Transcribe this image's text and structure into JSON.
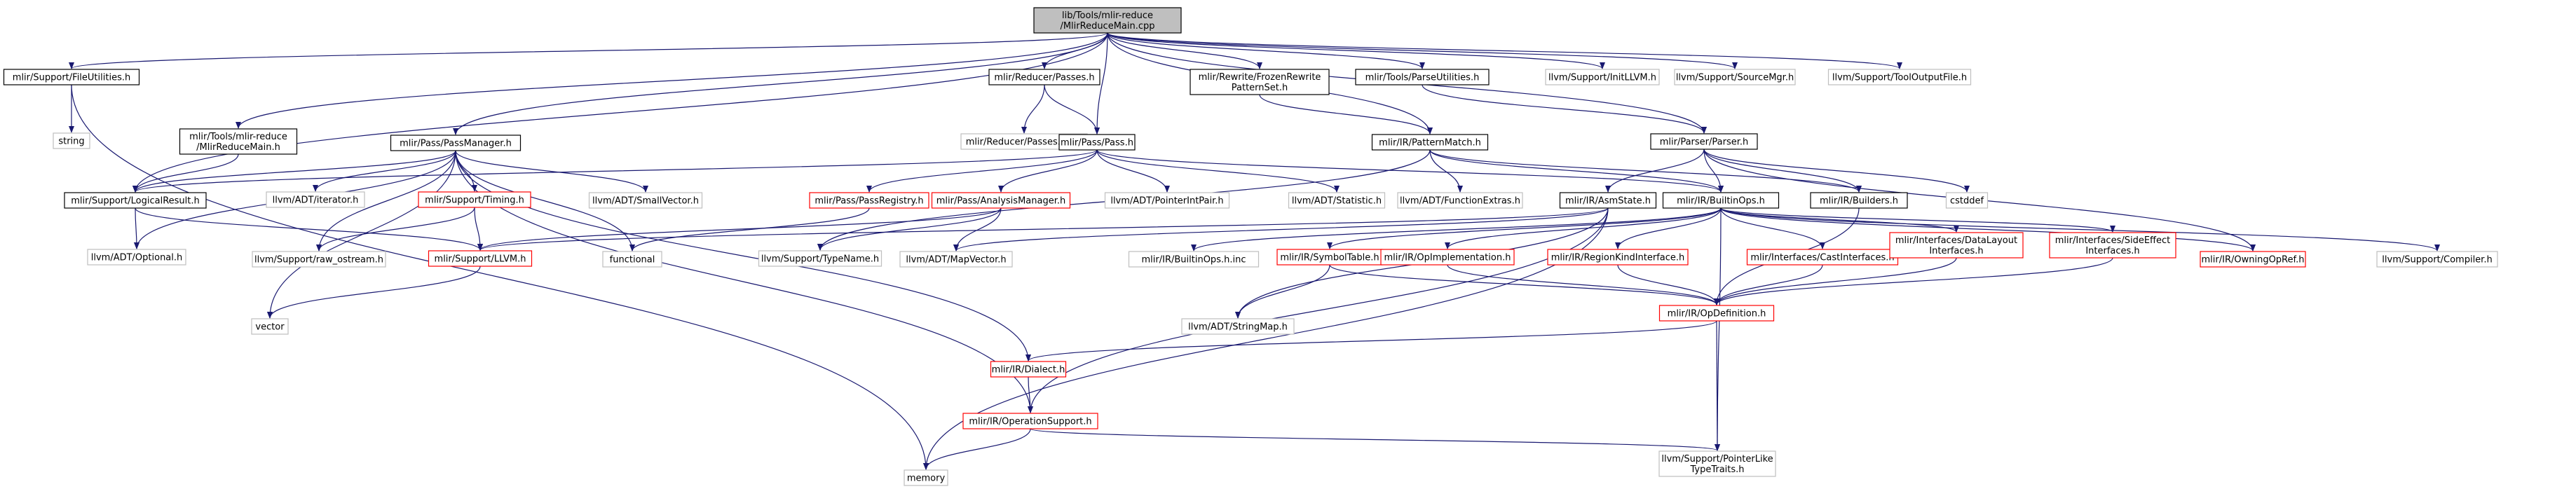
{
  "colors": {
    "edge": "#191970",
    "root_fill": "#bfbfbf",
    "border_black": "#000000",
    "border_red": "#ff0000",
    "border_gray": "#bfbfbf",
    "text": "#000000"
  },
  "nodes": [
    {
      "id": "root",
      "lines": [
        "lib/Tools/mlir-reduce",
        "/MlirReduceMain.cpp"
      ],
      "style": "root"
    },
    {
      "id": "fileutil",
      "lines": [
        "mlir/Support/FileUtilities.h"
      ],
      "style": "black"
    },
    {
      "id": "mlirreducemain_h",
      "lines": [
        "mlir/Tools/mlir-reduce",
        "/MlirReduceMain.h"
      ],
      "style": "black"
    },
    {
      "id": "passmanager",
      "lines": [
        "mlir/Pass/PassManager.h"
      ],
      "style": "black"
    },
    {
      "id": "reducerpasses",
      "lines": [
        "mlir/Reducer/Passes.h"
      ],
      "style": "black"
    },
    {
      "id": "frozenrewrite",
      "lines": [
        "mlir/Rewrite/FrozenRewrite",
        "PatternSet.h"
      ],
      "style": "black"
    },
    {
      "id": "parseutil",
      "lines": [
        "mlir/Tools/ParseUtilities.h"
      ],
      "style": "black"
    },
    {
      "id": "initllvm",
      "lines": [
        "llvm/Support/InitLLVM.h"
      ],
      "style": "gray"
    },
    {
      "id": "sourcemgr",
      "lines": [
        "llvm/Support/SourceMgr.h"
      ],
      "style": "gray"
    },
    {
      "id": "tooloutput",
      "lines": [
        "llvm/Support/ToolOutputFile.h"
      ],
      "style": "gray"
    },
    {
      "id": "string",
      "lines": [
        "string"
      ],
      "style": "gray"
    },
    {
      "id": "reducerpassesinc",
      "lines": [
        "mlir/Reducer/Passes.h.inc"
      ],
      "style": "gray"
    },
    {
      "id": "pass",
      "lines": [
        "mlir/Pass/Pass.h"
      ],
      "style": "black"
    },
    {
      "id": "patternmatch",
      "lines": [
        "mlir/IR/PatternMatch.h"
      ],
      "style": "black"
    },
    {
      "id": "parser",
      "lines": [
        "mlir/Parser/Parser.h"
      ],
      "style": "black"
    },
    {
      "id": "logicalresult",
      "lines": [
        "mlir/Support/LogicalResult.h"
      ],
      "style": "black"
    },
    {
      "id": "iterator",
      "lines": [
        "llvm/ADT/iterator.h"
      ],
      "style": "gray"
    },
    {
      "id": "timing",
      "lines": [
        "mlir/Support/Timing.h"
      ],
      "style": "red"
    },
    {
      "id": "smallvector",
      "lines": [
        "llvm/ADT/SmallVector.h"
      ],
      "style": "gray"
    },
    {
      "id": "passregistry",
      "lines": [
        "mlir/Pass/PassRegistry.h"
      ],
      "style": "red"
    },
    {
      "id": "analysismanager",
      "lines": [
        "mlir/Pass/AnalysisManager.h"
      ],
      "style": "red"
    },
    {
      "id": "pointerintpair",
      "lines": [
        "llvm/ADT/PointerIntPair.h"
      ],
      "style": "gray"
    },
    {
      "id": "statistic",
      "lines": [
        "llvm/ADT/Statistic.h"
      ],
      "style": "gray"
    },
    {
      "id": "functionextras",
      "lines": [
        "llvm/ADT/FunctionExtras.h"
      ],
      "style": "gray"
    },
    {
      "id": "asmstate",
      "lines": [
        "mlir/IR/AsmState.h"
      ],
      "style": "black"
    },
    {
      "id": "builtinops",
      "lines": [
        "mlir/IR/BuiltinOps.h"
      ],
      "style": "black"
    },
    {
      "id": "builders",
      "lines": [
        "mlir/IR/Builders.h"
      ],
      "style": "black"
    },
    {
      "id": "cstddef",
      "lines": [
        "cstddef"
      ],
      "style": "gray"
    },
    {
      "id": "optional",
      "lines": [
        "llvm/ADT/Optional.h"
      ],
      "style": "gray"
    },
    {
      "id": "rawostream",
      "lines": [
        "llvm/Support/raw_ostream.h"
      ],
      "style": "gray"
    },
    {
      "id": "supportllvm",
      "lines": [
        "mlir/Support/LLVM.h"
      ],
      "style": "red"
    },
    {
      "id": "functional",
      "lines": [
        "functional"
      ],
      "style": "gray"
    },
    {
      "id": "typename",
      "lines": [
        "llvm/Support/TypeName.h"
      ],
      "style": "gray"
    },
    {
      "id": "mapvector",
      "lines": [
        "llvm/ADT/MapVector.h"
      ],
      "style": "gray"
    },
    {
      "id": "builtinopsinc",
      "lines": [
        "mlir/IR/BuiltinOps.h.inc"
      ],
      "style": "gray"
    },
    {
      "id": "symboltable",
      "lines": [
        "mlir/IR/SymbolTable.h"
      ],
      "style": "red"
    },
    {
      "id": "opimpl",
      "lines": [
        "mlir/IR/OpImplementation.h"
      ],
      "style": "red"
    },
    {
      "id": "regionkind",
      "lines": [
        "mlir/IR/RegionKindInterface.h"
      ],
      "style": "red"
    },
    {
      "id": "castinterfaces",
      "lines": [
        "mlir/Interfaces/CastInterfaces.h"
      ],
      "style": "red"
    },
    {
      "id": "datalayout",
      "lines": [
        "mlir/Interfaces/DataLayout",
        "Interfaces.h"
      ],
      "style": "red"
    },
    {
      "id": "sideeffect",
      "lines": [
        "mlir/Interfaces/SideEffect",
        "Interfaces.h"
      ],
      "style": "red"
    },
    {
      "id": "owningopref",
      "lines": [
        "mlir/IR/OwningOpRef.h"
      ],
      "style": "red"
    },
    {
      "id": "compiler",
      "lines": [
        "llvm/Support/Compiler.h"
      ],
      "style": "gray"
    },
    {
      "id": "vector",
      "lines": [
        "vector"
      ],
      "style": "gray"
    },
    {
      "id": "stringmap",
      "lines": [
        "llvm/ADT/StringMap.h"
      ],
      "style": "gray"
    },
    {
      "id": "opdefinition",
      "lines": [
        "mlir/IR/OpDefinition.h"
      ],
      "style": "red"
    },
    {
      "id": "dialect",
      "lines": [
        "mlir/IR/Dialect.h"
      ],
      "style": "red"
    },
    {
      "id": "opsupport",
      "lines": [
        "mlir/IR/OperationSupport.h"
      ],
      "style": "red"
    },
    {
      "id": "memory",
      "lines": [
        "memory"
      ],
      "style": "gray"
    },
    {
      "id": "pointerlike",
      "lines": [
        "llvm/Support/PointerLike",
        "TypeTraits.h"
      ],
      "style": "gray"
    }
  ],
  "edges": [
    [
      "root",
      "fileutil"
    ],
    [
      "root",
      "mlirreducemain_h"
    ],
    [
      "root",
      "passmanager"
    ],
    [
      "root",
      "reducerpasses"
    ],
    [
      "root",
      "frozenrewrite"
    ],
    [
      "root",
      "parseutil"
    ],
    [
      "root",
      "initllvm"
    ],
    [
      "root",
      "sourcemgr"
    ],
    [
      "root",
      "tooloutput"
    ],
    [
      "root",
      "pass"
    ],
    [
      "root",
      "patternmatch"
    ],
    [
      "root",
      "parser"
    ],
    [
      "root",
      "logicalresult"
    ],
    [
      "fileutil",
      "string"
    ],
    [
      "fileutil",
      "memory"
    ],
    [
      "mlirreducemain_h",
      "logicalresult"
    ],
    [
      "reducerpasses",
      "reducerpassesinc"
    ],
    [
      "reducerpasses",
      "pass"
    ],
    [
      "frozenrewrite",
      "patternmatch"
    ],
    [
      "parseutil",
      "parser"
    ],
    [
      "passmanager",
      "logicalresult"
    ],
    [
      "passmanager",
      "iterator"
    ],
    [
      "passmanager",
      "timing"
    ],
    [
      "passmanager",
      "smallvector"
    ],
    [
      "passmanager",
      "optional"
    ],
    [
      "passmanager",
      "rawostream"
    ],
    [
      "passmanager",
      "functional"
    ],
    [
      "passmanager",
      "vector"
    ],
    [
      "passmanager",
      "dialect"
    ],
    [
      "passmanager",
      "opsupport"
    ],
    [
      "pass",
      "passregistry"
    ],
    [
      "pass",
      "analysismanager"
    ],
    [
      "pass",
      "pointerintpair"
    ],
    [
      "pass",
      "statistic"
    ],
    [
      "pass",
      "logicalresult"
    ],
    [
      "pass",
      "builtinops"
    ],
    [
      "patternmatch",
      "functionextras"
    ],
    [
      "patternmatch",
      "builtinops"
    ],
    [
      "patternmatch",
      "builders"
    ],
    [
      "patternmatch",
      "typename"
    ],
    [
      "parser",
      "asmstate"
    ],
    [
      "parser",
      "builtinops"
    ],
    [
      "parser",
      "builders"
    ],
    [
      "parser",
      "owningopref"
    ],
    [
      "parser",
      "cstddef"
    ],
    [
      "logicalresult",
      "supportllvm"
    ],
    [
      "logicalresult",
      "optional"
    ],
    [
      "timing",
      "supportllvm"
    ],
    [
      "timing",
      "rawostream"
    ],
    [
      "passregistry",
      "functional"
    ],
    [
      "analysismanager",
      "supportllvm"
    ],
    [
      "analysismanager",
      "typename"
    ],
    [
      "analysismanager",
      "mapvector"
    ],
    [
      "asmstate",
      "supportllvm"
    ],
    [
      "asmstate",
      "stringmap"
    ],
    [
      "asmstate",
      "memory"
    ],
    [
      "asmstate",
      "opsupport"
    ],
    [
      "asmstate",
      "mapvector"
    ],
    [
      "builtinops",
      "builtinopsinc"
    ],
    [
      "builtinops",
      "symboltable"
    ],
    [
      "builtinops",
      "opimpl"
    ],
    [
      "builtinops",
      "regionkind"
    ],
    [
      "builtinops",
      "castinterfaces"
    ],
    [
      "builtinops",
      "datalayout"
    ],
    [
      "builtinops",
      "sideeffect"
    ],
    [
      "builtinops",
      "owningopref"
    ],
    [
      "builtinops",
      "compiler"
    ],
    [
      "builtinops",
      "pointerlike"
    ],
    [
      "builders",
      "opdefinition"
    ],
    [
      "supportllvm",
      "vector"
    ],
    [
      "symboltable",
      "opdefinition"
    ],
    [
      "symboltable",
      "stringmap"
    ],
    [
      "opimpl",
      "opdefinition"
    ],
    [
      "regionkind",
      "opdefinition"
    ],
    [
      "castinterfaces",
      "opdefinition"
    ],
    [
      "datalayout",
      "opdefinition"
    ],
    [
      "sideeffect",
      "opdefinition"
    ],
    [
      "opdefinition",
      "dialect"
    ],
    [
      "opdefinition",
      "pointerlike"
    ],
    [
      "dialect",
      "opsupport"
    ],
    [
      "opsupport",
      "memory"
    ],
    [
      "opsupport",
      "pointerlike"
    ]
  ]
}
